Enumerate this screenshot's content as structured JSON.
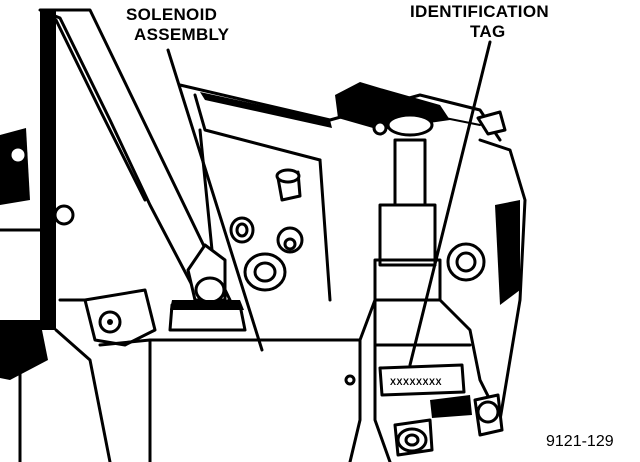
{
  "labels": {
    "solenoid_line1": "SOLENOID",
    "solenoid_line2": "ASSEMBLY",
    "ident_line1": "IDENTIFICATION",
    "ident_line2": "TAG",
    "tag_text": "XXXXXXXX",
    "figure_number": "9121-129"
  },
  "colors": {
    "ink": "#000000",
    "paper": "#ffffff"
  }
}
